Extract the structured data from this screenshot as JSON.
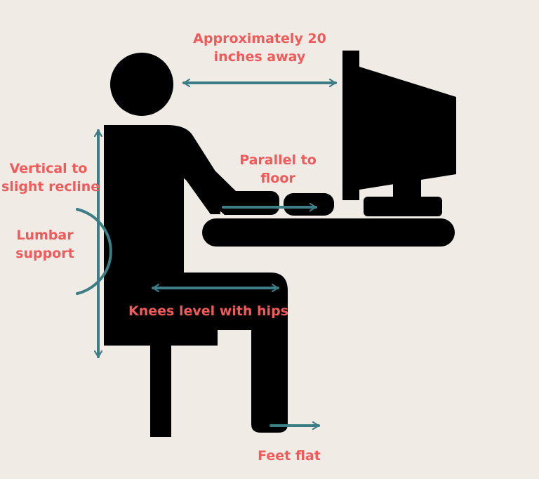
{
  "colors": {
    "background": "#f0ebe5",
    "silhouette": "#000000",
    "arrow": "#3d7d85",
    "label": "#f05a5a"
  },
  "labels": {
    "distance": [
      "Approximately  20",
      "inches away"
    ],
    "back": [
      "Vertical to",
      "slight recline"
    ],
    "lumbar": [
      "Lumbar",
      "support"
    ],
    "parallel": [
      "Parallel to",
      "floor"
    ],
    "knees": "Knees level with hips",
    "feet": "Feet flat"
  },
  "icons": [
    "person-silhouette",
    "monitor-icon",
    "keyboard-icon",
    "mouse-icon",
    "desk-icon"
  ]
}
